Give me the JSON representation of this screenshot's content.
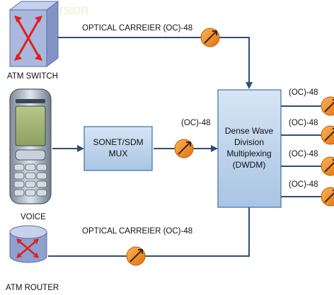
{
  "watermark": "Trial Version",
  "devices": {
    "atm_switch": "ATM SWITCH",
    "voice": "VOICE",
    "atm_router": "ATM ROUTER"
  },
  "links": {
    "top_carrier": "OPTICAL CARREIER (OC)-48",
    "bottom_carrier": "OPTICAL CARREIER (OC)-48",
    "mux_output": "(OC)-48"
  },
  "mux_box": {
    "line1": "SONET/SDM",
    "line2": "MUX"
  },
  "dwdm_box": {
    "line1": "Dense Wave",
    "line2": "Division",
    "line3": "Multiplexing",
    "line4": "(DWDM)"
  },
  "outputs": [
    "(OC)-48",
    "(OC)-48",
    "(OC)-48",
    "(OC)-48"
  ],
  "colors": {
    "box_fill": "#c5d9ef",
    "box_stroke": "#3f6ea3",
    "line": "#2f4d77",
    "amplifier_fill": "#f28c1c",
    "cube_fill": "#a9b8dc",
    "router_fill": "#aab9dd",
    "icon_red": "#e02020"
  }
}
